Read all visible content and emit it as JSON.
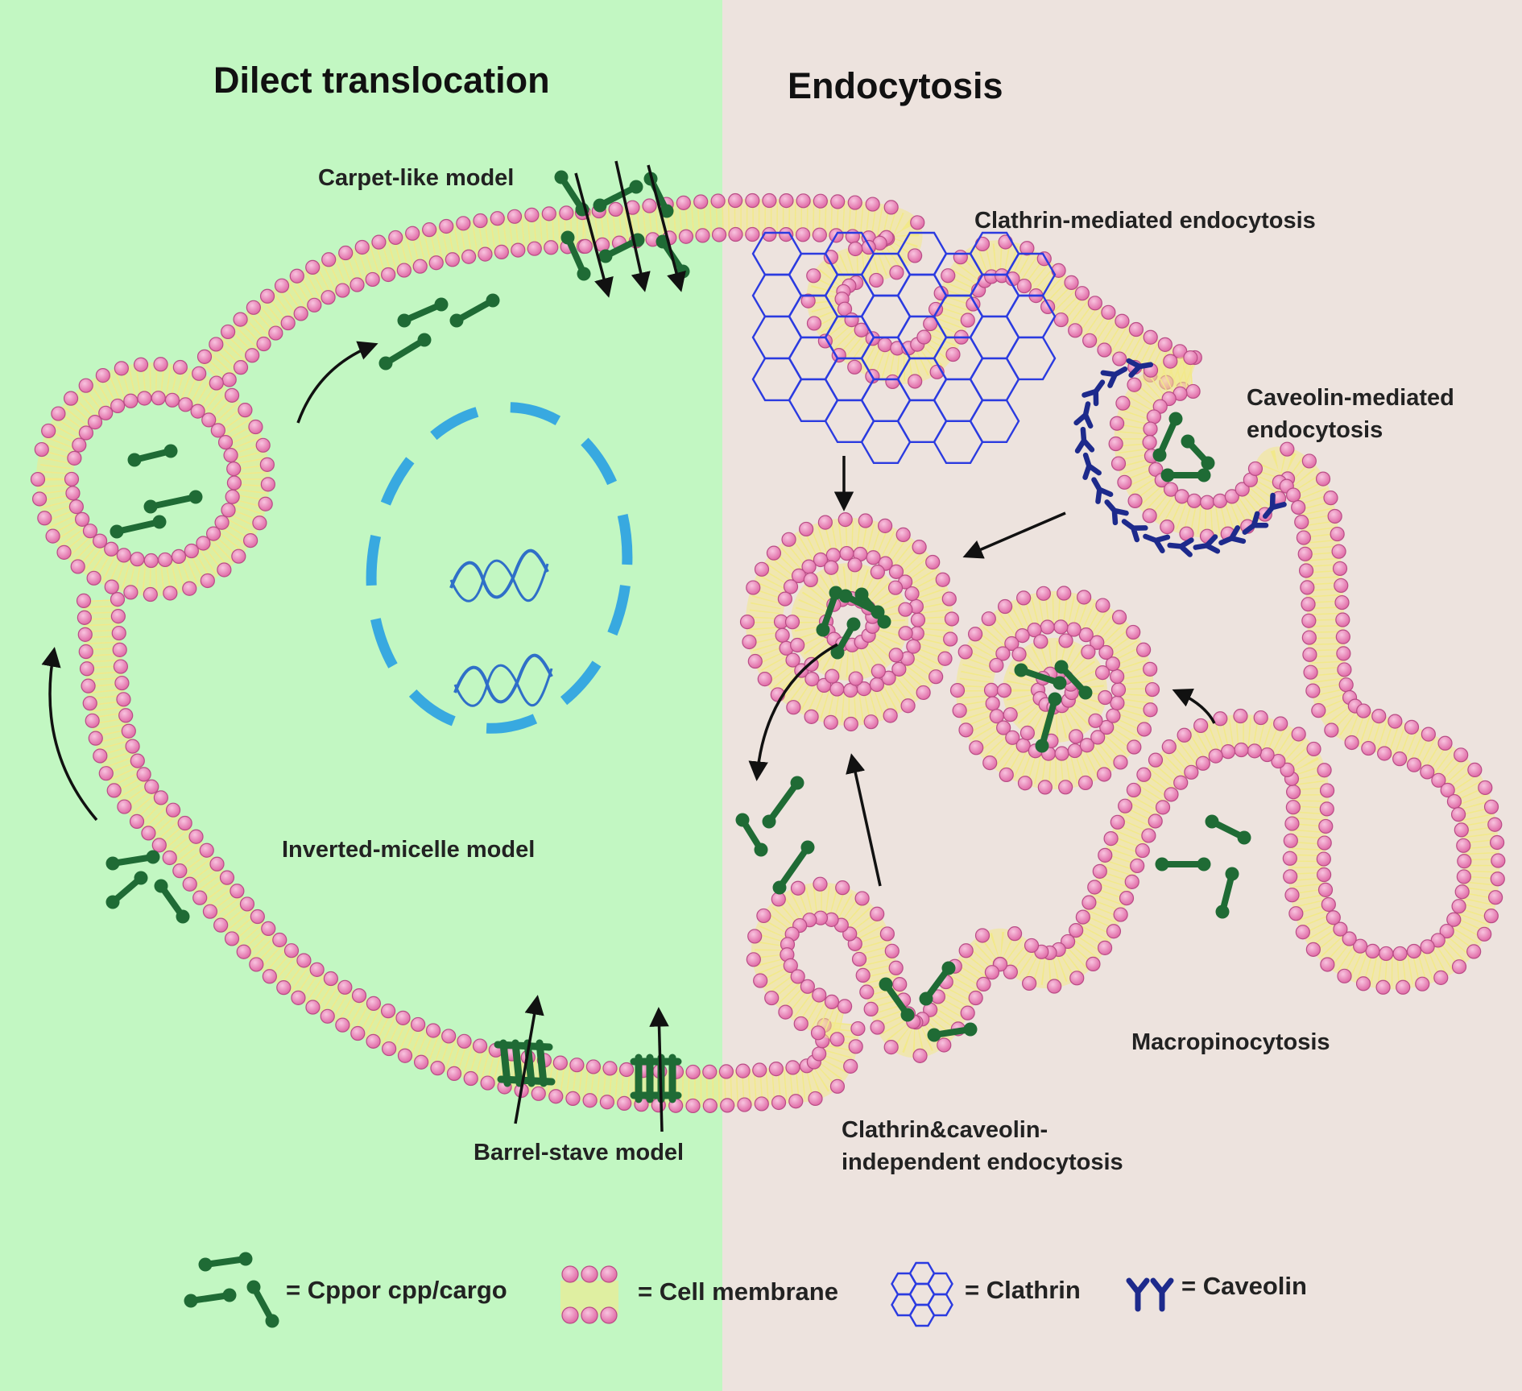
{
  "titles": {
    "left": "Dilect translocation",
    "right": "Endocytosis"
  },
  "labels": {
    "carpet": "Carpet-like model",
    "inverted": "Inverted-micelle model",
    "barrel": "Barrel-stave model",
    "clathrin_mediated": "Clathrin-mediated endocytosis",
    "caveolin_line1": "Caveolin-mediated",
    "caveolin_line2": "endocytosis",
    "macro": "Macropinocytosis",
    "independent_line1": "Clathrin&caveolin-",
    "independent_line2": "independent endocytosis"
  },
  "legend": {
    "cpp": "= Cppor cpp/cargo",
    "membrane": "= Cell membrane",
    "clathrin": "= Clathrin",
    "caveolin": "= Caveolin"
  },
  "colors": {
    "left_bg": "#c2f7c2",
    "right_bg": "#ede3de",
    "lipid_head": "#e97fb4",
    "lipid_tail": "#f2e98a",
    "cpp": "#1f6b35",
    "clathrin": "#2b3be0",
    "caveolin": "#1d2a8c",
    "nucleus": "#38a9e0",
    "dna": "#2f6fc8",
    "arrow": "#111111"
  },
  "icons": {
    "cpp": "dumbbell-icon",
    "membrane": "lipid-bilayer-icon",
    "clathrin": "hexagon-lattice-icon",
    "caveolin": "y-shape-icon"
  }
}
